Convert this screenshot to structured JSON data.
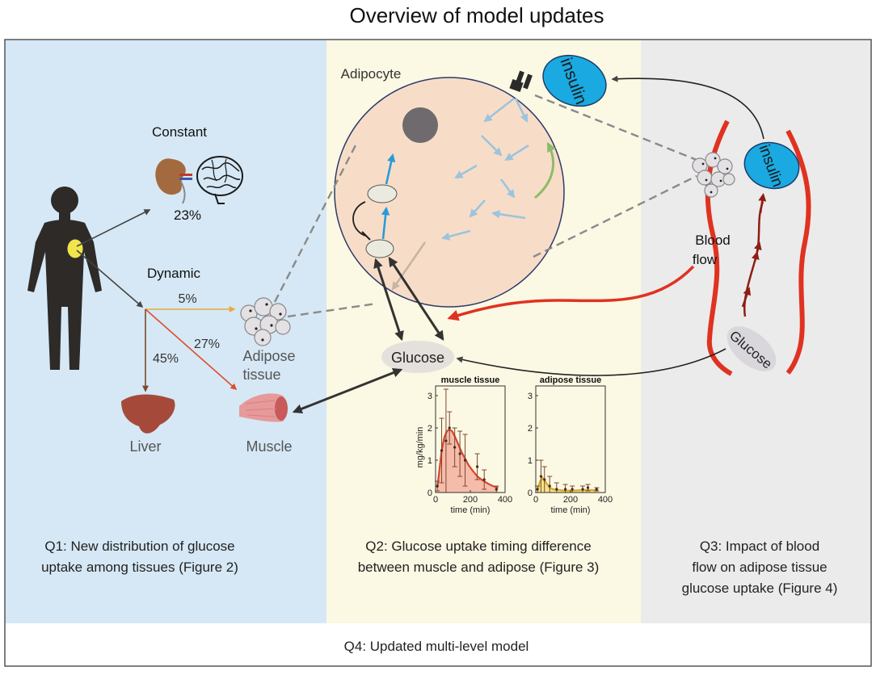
{
  "title": "Overview of model updates",
  "panel1": {
    "label_constant": "Constant",
    "pct_constant": "23%",
    "label_dynamic": "Dynamic",
    "pct_adipose": "5%",
    "pct_muscle": "27%",
    "pct_liver": "45%",
    "label_adipose_line1": "Adipose",
    "label_adipose_line2": "tissue",
    "label_liver": "Liver",
    "label_muscle": "Muscle",
    "question_line1": "Q1: New distribution of glucose",
    "question_line2": "uptake among tissues (Figure 2)"
  },
  "panel2": {
    "label_adipocyte": "Adipocyte",
    "label_glucose": "Glucose",
    "question_line1": "Q2: Glucose uptake timing difference",
    "question_line2": "between muscle and adipose (Figure 3)"
  },
  "panel3": {
    "label_insulin_receptor": "insulin",
    "label_insulin_blood": "insulin",
    "label_blood_line1": "Blood",
    "label_blood_line2": "flow",
    "label_glucose_blood": "Glucose",
    "question_line1": "Q3: Impact of blood",
    "question_line2": "flow on adipose tissue",
    "question_line3": "glucose uptake (Figure 4)"
  },
  "bottom": {
    "label": "Q4: Updated multi-level model"
  },
  "chart_data": [
    {
      "type": "line",
      "title": "muscle tissue",
      "xlabel": "time (min)",
      "ylabel": "mg/kg/min",
      "xlim": [
        0,
        400
      ],
      "ylim": [
        0,
        3.3
      ],
      "xticks": [
        "0",
        "200",
        "400"
      ],
      "yticks": [
        "0",
        "1",
        "2",
        "3"
      ],
      "x": [
        10,
        20,
        35,
        50,
        65,
        80,
        95,
        110,
        130,
        150,
        170,
        190,
        210,
        240,
        270,
        300,
        330,
        360
      ],
      "fit": [
        0.15,
        0.6,
        1.3,
        1.7,
        1.9,
        1.95,
        1.9,
        1.75,
        1.5,
        1.25,
        1.05,
        0.85,
        0.7,
        0.5,
        0.38,
        0.28,
        0.2,
        0.15
      ],
      "points_x": [
        10,
        35,
        60,
        80,
        110,
        140,
        170,
        240,
        280,
        350
      ],
      "points_y": [
        0.2,
        1.3,
        1.6,
        2.0,
        1.4,
        1.2,
        1.0,
        0.8,
        0.4,
        0.1
      ],
      "err": [
        0.15,
        1.0,
        1.6,
        0.5,
        0.6,
        0.7,
        0.8,
        0.4,
        0.3,
        0.1
      ],
      "color": "#d7452e",
      "fill": "#f4b1a0"
    },
    {
      "type": "line",
      "title": "adipose tissue",
      "xlabel": "time (min)",
      "ylabel": "",
      "xlim": [
        0,
        400
      ],
      "ylim": [
        0,
        3.3
      ],
      "xticks": [
        "0",
        "200",
        "400"
      ],
      "yticks": [
        "0",
        "1",
        "2",
        "3"
      ],
      "x": [
        10,
        25,
        40,
        60,
        80,
        100,
        130,
        160,
        200,
        250,
        300,
        360
      ],
      "fit": [
        0.1,
        0.35,
        0.45,
        0.3,
        0.15,
        0.1,
        0.08,
        0.06,
        0.06,
        0.07,
        0.08,
        0.07
      ],
      "points_x": [
        10,
        30,
        50,
        80,
        120,
        170,
        210,
        270,
        300,
        350
      ],
      "points_y": [
        0.1,
        0.5,
        0.4,
        0.2,
        0.1,
        0.1,
        0.1,
        0.1,
        0.15,
        0.1
      ],
      "err": [
        0.1,
        0.5,
        0.4,
        0.3,
        0.2,
        0.15,
        0.1,
        0.1,
        0.1,
        0.05
      ],
      "color": "#d8a82a",
      "fill": "#f3e07a"
    }
  ],
  "colors": {
    "panel1_bg": "#d6e8f5",
    "panel2_bg": "#fbf8e3",
    "panel3_bg": "#ebebeb",
    "adipocyte_fill": "#f7ddc8",
    "insulin_blue": "#1aa9e0",
    "vessel_red": "#e03221",
    "arrow_light_blue": "#9cc4dc",
    "arrow_green": "#8dbb6a",
    "human_body": "#2d2a28",
    "stomach_yellow": "#f1e54a",
    "arrow_adipose": "#e4ad3b",
    "arrow_muscle": "#e14b2c",
    "arrow_liver": "#7b4a2a"
  }
}
